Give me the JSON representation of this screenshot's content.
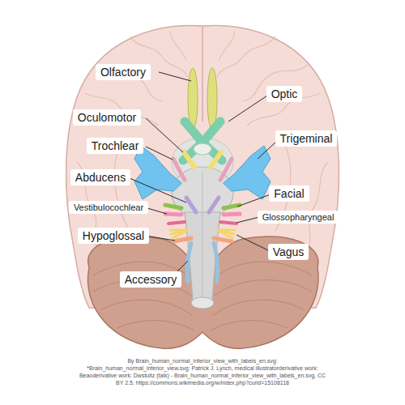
{
  "diagram": {
    "caption": "By Brain_human_normal_inferior_view_with_labels_en.svg: *Brain_human_normal_inferior_view.svg: Patrick J. Lynch, medical illustratorderivative work: Beaoderivative work: Dwstultz (talk) - Brain_human_normal_inferior_view_with_labels_en.svg, CC BY 2.5, https://commons.wikimedia.org/w/index.php?curid=15108118",
    "labels": [
      "Olfactory",
      "Optic",
      "Oculomotor",
      "Trigeminal",
      "Trochlear",
      "Abducens",
      "Facial",
      "Vestibulocochlear",
      "Glossopharyngeal",
      "Hypoglossal",
      "Vagus",
      "Accessory"
    ]
  }
}
